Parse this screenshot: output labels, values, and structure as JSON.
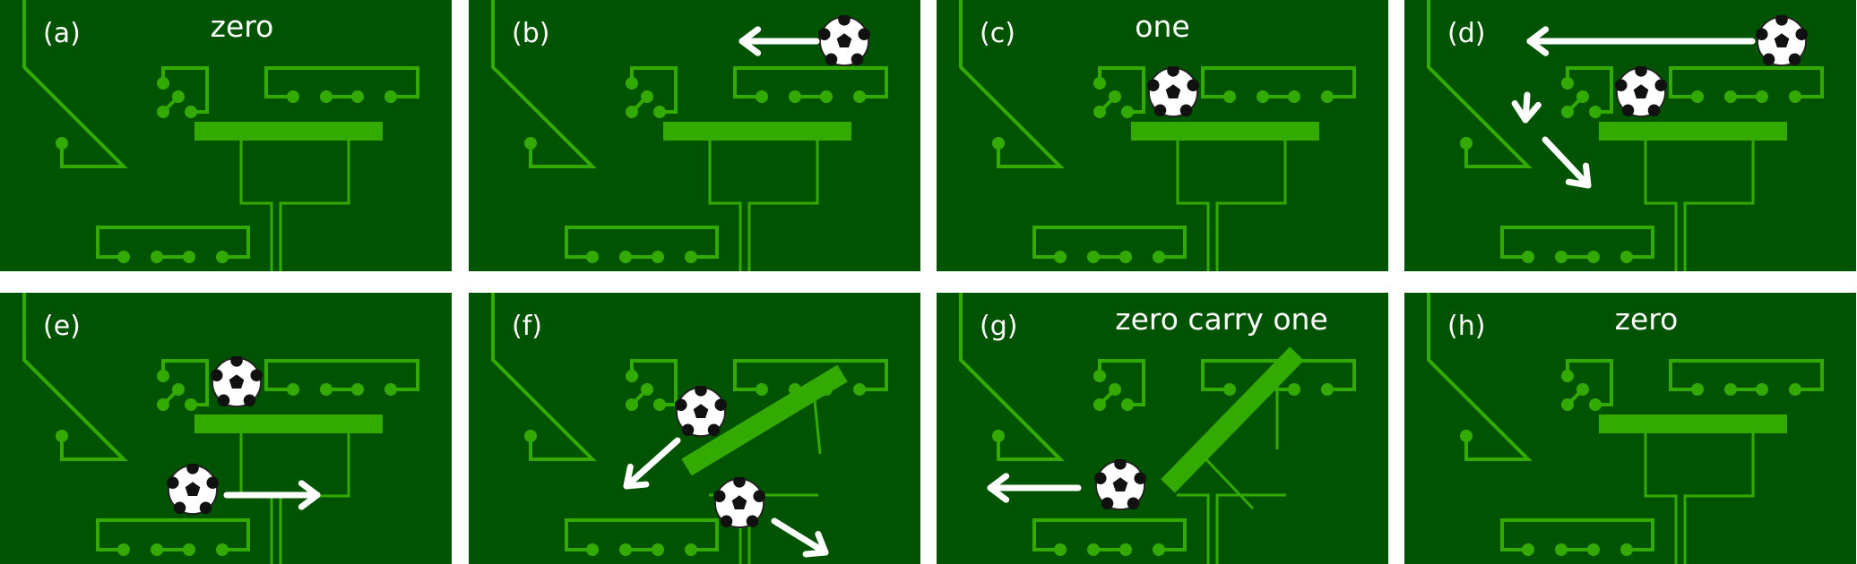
{
  "colors": {
    "board": "#005300",
    "trace": "#33aa00",
    "arrow": "#ffffff"
  },
  "panels": [
    {
      "label": "(a)",
      "caption": "zero"
    },
    {
      "label": "(b)",
      "caption": ""
    },
    {
      "label": "(c)",
      "caption": "one"
    },
    {
      "label": "(d)",
      "caption": ""
    },
    {
      "label": "(e)",
      "caption": ""
    },
    {
      "label": "(f)",
      "caption": ""
    },
    {
      "label": "(g)",
      "caption": "zero carry one"
    },
    {
      "label": "(h)",
      "caption": "zero"
    }
  ]
}
